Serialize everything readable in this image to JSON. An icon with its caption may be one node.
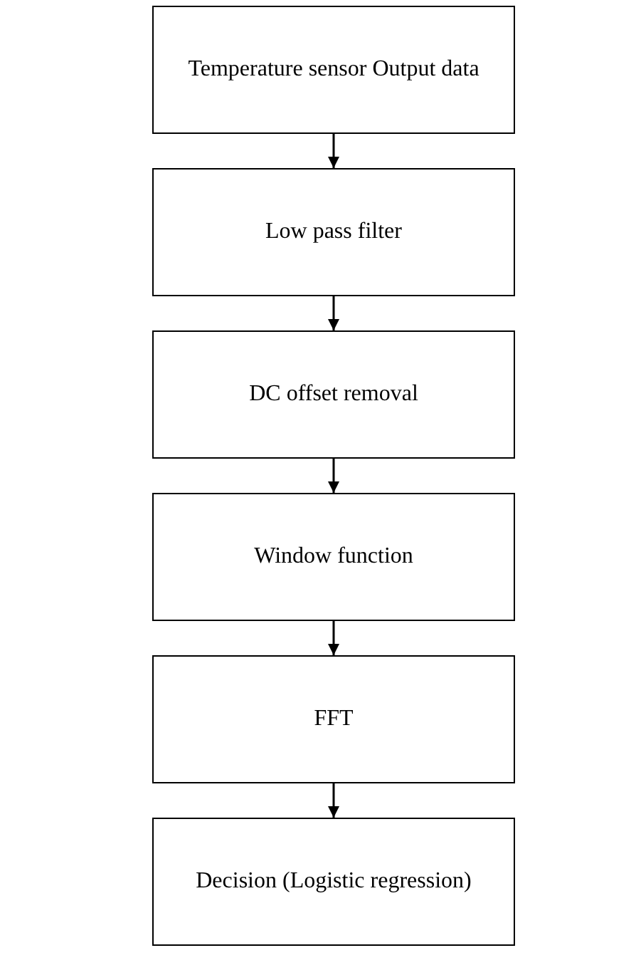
{
  "diagram": {
    "nodes": [
      {
        "text": [
          "Temperature sensor Output data"
        ]
      },
      {
        "text": [
          "Low pass filter"
        ]
      },
      {
        "text": [
          "DC offset removal"
        ]
      },
      {
        "text": [
          "Window function"
        ]
      },
      {
        "text": [
          "FFT"
        ]
      },
      {
        "text": [
          "Decision (Logistic regression)"
        ]
      }
    ],
    "edges": [
      {
        "from": 0,
        "to": 1,
        "arrow": "to"
      },
      {
        "from": 1,
        "to": 2,
        "arrow": "to"
      },
      {
        "from": 2,
        "to": 3,
        "arrow": "to"
      },
      {
        "from": 3,
        "to": 4,
        "arrow": "to"
      },
      {
        "from": 4,
        "to": 5,
        "arrow": "to"
      }
    ]
  }
}
